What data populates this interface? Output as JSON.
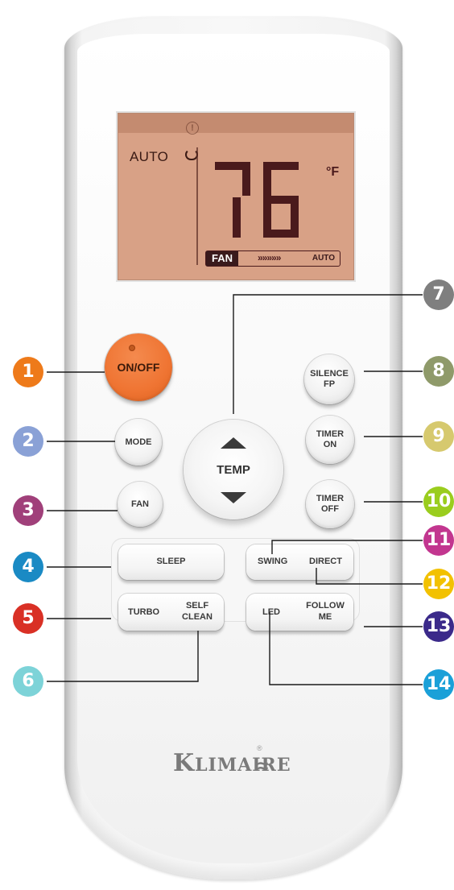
{
  "display": {
    "mode_text": "AUTO",
    "temperature": "76",
    "unit": "°F",
    "fan_label": "FAN",
    "fan_arrows": "»»»»»",
    "fan_speed": "AUTO"
  },
  "buttons": {
    "on_off": "ON/OFF",
    "mode": "MODE",
    "fan": "FAN",
    "temp": "TEMP",
    "silence_fp": [
      "SILENCE",
      "FP"
    ],
    "timer_on": [
      "TIMER",
      "ON"
    ],
    "timer_off": [
      "TIMER",
      "OFF"
    ],
    "sleep": "SLEEP",
    "swing": "SWING",
    "direct": "DIRECT",
    "turbo": "TURBO",
    "self_clean": [
      "SELF",
      "CLEAN"
    ],
    "led": "LED",
    "follow_me": [
      "FOLLOW",
      "ME"
    ]
  },
  "callouts": [
    {
      "number": "1",
      "color": "#ee7a1a"
    },
    {
      "number": "2",
      "color": "#8aa1d6"
    },
    {
      "number": "3",
      "color": "#a0407a"
    },
    {
      "number": "4",
      "color": "#1a8ac4"
    },
    {
      "number": "5",
      "color": "#d93025"
    },
    {
      "number": "6",
      "color": "#7dd3d8"
    },
    {
      "number": "7",
      "color": "#7f7f7f"
    },
    {
      "number": "8",
      "color": "#8f9a6a"
    },
    {
      "number": "9",
      "color": "#d6c96e"
    },
    {
      "number": "10",
      "color": "#9acd1e"
    },
    {
      "number": "11",
      "color": "#c2368f"
    },
    {
      "number": "12",
      "color": "#f2c100"
    },
    {
      "number": "13",
      "color": "#3b2a8a"
    },
    {
      "number": "14",
      "color": "#1aa0d8"
    }
  ],
  "brand": {
    "name_first": "K",
    "name_rest": "LIMAIRE",
    "registered": "®",
    "waves": "≈"
  }
}
